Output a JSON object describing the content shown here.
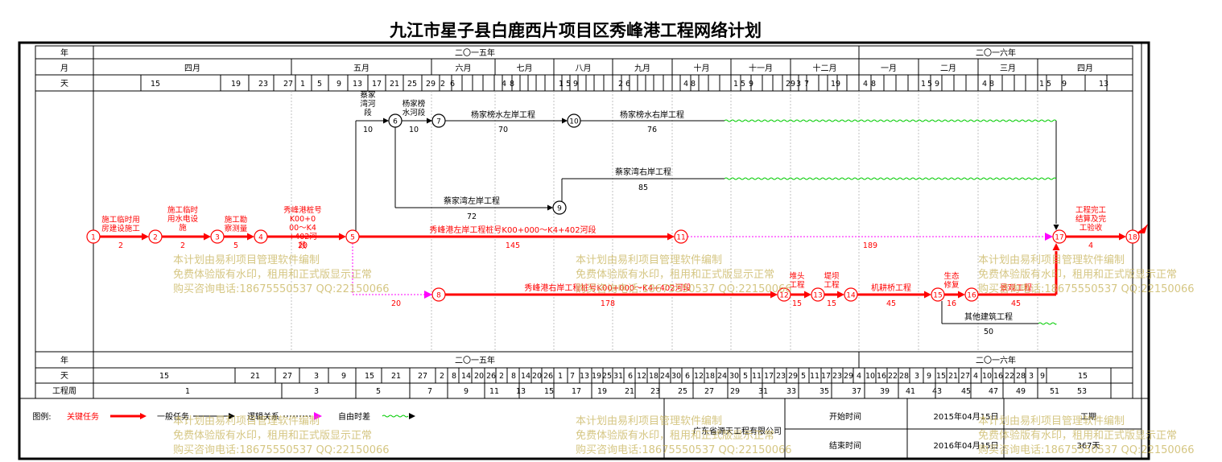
{
  "title": "九江市星子县白鹿西片项目区秀峰港工程网络计划",
  "header": {
    "row_labels": {
      "year": "年",
      "month": "月",
      "day": "天",
      "week": "工程周"
    },
    "years": [
      "二〇一五年",
      "二〇一六年"
    ],
    "months": [
      "四月",
      "五月",
      "六月",
      "七月",
      "八月",
      "九月",
      "十月",
      "十一月",
      "十二月",
      "一月",
      "二月",
      "三月",
      "四月"
    ],
    "top_day_ticks": [
      "15",
      "19",
      "23",
      "27",
      "1",
      "5",
      "9",
      "13",
      "17",
      "21",
      "25",
      "29",
      "2",
      "6",
      "4",
      "8",
      "1",
      "5",
      "9",
      "2",
      "6",
      "4",
      "8",
      "1",
      "5",
      "9",
      "29",
      "3",
      "7",
      "19",
      "4",
      "8",
      "1",
      "5",
      "9",
      "4",
      "8",
      "1",
      "5",
      "9",
      "13"
    ],
    "bottom_day_ticks": [
      "15",
      "21",
      "27",
      "3",
      "9",
      "15",
      "21",
      "27",
      "2",
      "8",
      "14",
      "20",
      "26",
      "2",
      "8",
      "14",
      "20",
      "26",
      "1",
      "7",
      "13",
      "19",
      "25",
      "31",
      "6",
      "12",
      "18",
      "24",
      "30",
      "6",
      "12",
      "18",
      "24",
      "30",
      "5",
      "11",
      "17",
      "23",
      "29",
      "5",
      "11",
      "17",
      "23",
      "29",
      "4",
      "10",
      "16",
      "22",
      "28",
      "3",
      "9",
      "15",
      "21",
      "27",
      "4",
      "10",
      "16",
      "22",
      "28",
      "3",
      "9",
      "15"
    ],
    "weeks": [
      "1",
      "3",
      "5",
      "7",
      "9",
      "11",
      "13",
      "15",
      "17",
      "19",
      "21",
      "23",
      "25",
      "27",
      "29",
      "31",
      "33",
      "35",
      "37",
      "39",
      "41",
      "43",
      "45",
      "47",
      "49",
      "51",
      "53"
    ]
  },
  "nodes": [
    "1",
    "2",
    "3",
    "4",
    "5",
    "6",
    "7",
    "8",
    "9",
    "10",
    "11",
    "12",
    "13",
    "14",
    "15",
    "16",
    "17",
    "18"
  ],
  "tasks": {
    "t1_2": {
      "label": "施工临时用房建设施工",
      "duration": "2"
    },
    "t2_3": {
      "label": "施工临时用水电设施",
      "duration": "2"
    },
    "t3_4": {
      "label": "施工勘察测量",
      "duration": "5"
    },
    "t4_5": {
      "label": "秀峰港桩号K00+000～K4+402河段",
      "duration": "20"
    },
    "t5_6": {
      "label": "蔡家湾河段",
      "duration": "10"
    },
    "t6_7": {
      "label": "杨家榜水河段",
      "duration": "10"
    },
    "t7_10": {
      "label": "杨家榜水左岸工程",
      "duration": "70"
    },
    "t10_17": {
      "label": "杨家榜水右岸工程",
      "duration": "76"
    },
    "t6_9": {
      "label": "蔡家湾左岸工程",
      "duration": "72"
    },
    "t9_17": {
      "label": "蔡家湾右岸工程",
      "duration": "85"
    },
    "t5_11": {
      "label": "秀峰港左岸工程桩号K00+000～K4+402河段",
      "duration": "145"
    },
    "t11_17": {
      "label": "",
      "duration": "189"
    },
    "t5_8": {
      "label": "",
      "duration": "20"
    },
    "t8_12": {
      "label": "秀峰港右岸工程桩号K00+000～K4+402河段",
      "duration": "178"
    },
    "t12_13": {
      "label": "堆头工程",
      "duration": "15"
    },
    "t13_14": {
      "label": "堤坝工程",
      "duration": "15"
    },
    "t14_15": {
      "label": "机耕桥工程",
      "duration": "45"
    },
    "t15_16": {
      "label": "生态修复",
      "duration": "16"
    },
    "t16_17": {
      "label": "景观工程",
      "duration": "45"
    },
    "t15_17": {
      "label": "其他建筑工程",
      "duration": "50"
    },
    "t17_18": {
      "label": "工程完工结算及完工验收",
      "duration": "4"
    }
  },
  "legend": {
    "title": "图例:",
    "critical": "关键任务",
    "general": "一般任务",
    "logic": "逻辑关系",
    "free_float": "自由时差"
  },
  "footer": {
    "company": "广东省源天工程有限公司",
    "start_label": "开始时间",
    "start_value": "2015年04月15日",
    "end_label": "结束时间",
    "end_value": "2016年04月15日",
    "duration_label": "工期",
    "duration_value": "367天"
  },
  "watermark": {
    "line1": "本计划由易利项目管理软件编制",
    "line2": "免费体验版有水印，租用和正式版显示正常",
    "line3": "购买咨询电话:18675550537 QQ:22150066"
  },
  "colors": {
    "critical": "#ff0000",
    "general": "#000000",
    "free_float": "#00cc00",
    "dummy_head": "#ff00ff",
    "watermark": "#c8b45a"
  }
}
